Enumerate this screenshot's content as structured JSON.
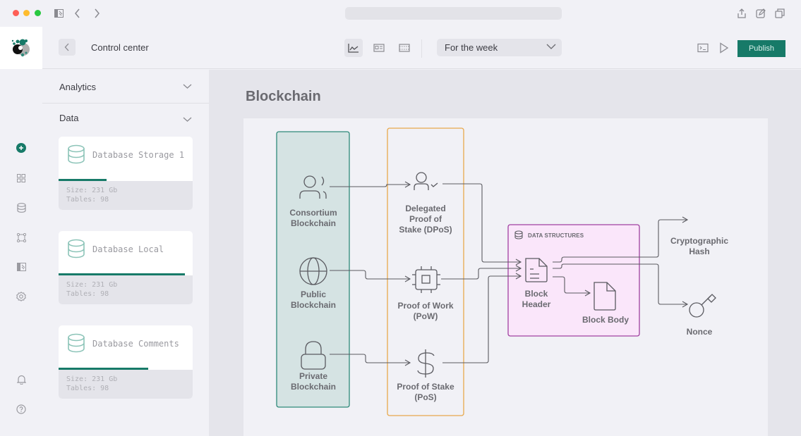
{
  "window": {
    "traffic_lights": {
      "close": "#fe5f57",
      "minimize": "#febc2e",
      "maximize": "#28c840"
    },
    "toolbar_icons": [
      "sidebar-toggle-icon",
      "back-arrow-icon",
      "forward-arrow-icon"
    ],
    "right_icons": [
      "share-icon",
      "edit-icon",
      "copy-icon"
    ],
    "url": ""
  },
  "rail": {
    "items": [
      {
        "name": "add-icon",
        "active": true
      },
      {
        "name": "grid-icon"
      },
      {
        "name": "database-icon"
      },
      {
        "name": "nodes-icon"
      },
      {
        "name": "panel-icon"
      },
      {
        "name": "settings-icon"
      }
    ],
    "bottom": [
      {
        "name": "bell-icon"
      },
      {
        "name": "help-icon"
      }
    ]
  },
  "header": {
    "title": "Control center",
    "views": [
      "line-chart-icon",
      "card-view-icon",
      "table-view-icon"
    ],
    "active_view": 0,
    "period_select": {
      "value": "For the week"
    },
    "publish_label": "Publish",
    "accent": "#177a68"
  },
  "sidebar": {
    "sections": [
      {
        "label": "Analytics"
      },
      {
        "label": "Data"
      }
    ],
    "databases": [
      {
        "name": "Database Storage 1",
        "size": "Size: 231 Gb",
        "tables": "Tables: 98",
        "usage_percent": 36
      },
      {
        "name": "Database Local",
        "size": "Size: 231 Gb",
        "tables": "Tables: 98",
        "usage_percent": 94
      },
      {
        "name": "Database Comments",
        "size": "Size: 231 Gb",
        "tables": "Tables: 98",
        "usage_percent": 67
      }
    ]
  },
  "main": {
    "title": "Blockchain",
    "diagram": {
      "types": [
        {
          "label_1": "Consortium",
          "label_2": "Blockchain"
        },
        {
          "label_1": "Public",
          "label_2": "Blockchain"
        },
        {
          "label_1": "Private",
          "label_2": "Blockchain"
        }
      ],
      "consensus": [
        {
          "label_1": "Delegated",
          "label_2": "Proof of",
          "label_3": "Stake (DPoS)"
        },
        {
          "label_1": "Proof of Work",
          "label_2": "(PoW)"
        },
        {
          "label_1": "Proof of Stake",
          "label_2": "(PoS)"
        }
      ],
      "data_structures": {
        "title": "DATA STRUCTURES",
        "header_1": "Block",
        "header_2": "Header",
        "body": "Block Body"
      },
      "outputs": {
        "hash_1": "Cryptographic",
        "hash_2": "Hash",
        "nonce": "Nonce"
      },
      "colors": {
        "types": "#2f8a7a",
        "consensus": "#e8a84c",
        "data_structures": "#a040a0"
      }
    }
  }
}
